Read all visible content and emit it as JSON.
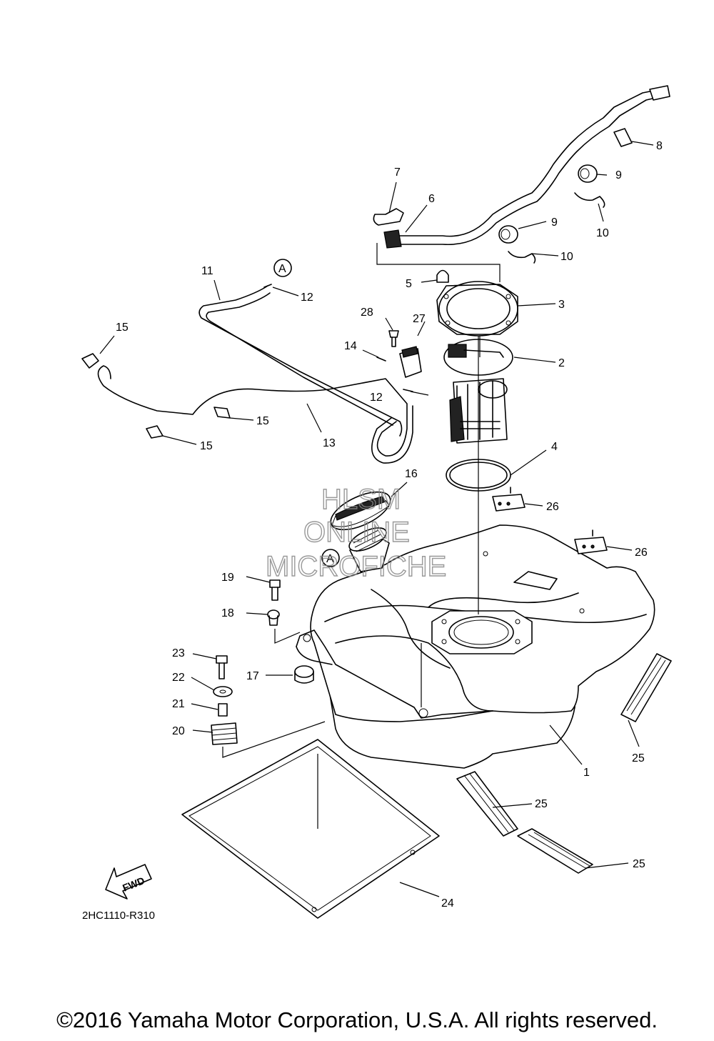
{
  "callouts": {
    "c1": "1",
    "c2": "2",
    "c3": "3",
    "c4": "4",
    "c5": "5",
    "c6": "6",
    "c7": "7",
    "c8": "8",
    "c9a": "9",
    "c9b": "9",
    "c10a": "10",
    "c10b": "10",
    "c11": "11",
    "c12a": "12",
    "c12b": "12",
    "c13": "13",
    "c14": "14",
    "c15a": "15",
    "c15b": "15",
    "c15c": "15",
    "c16": "16",
    "c17": "17",
    "c18": "18",
    "c19": "19",
    "c20": "20",
    "c21": "21",
    "c22": "22",
    "c23": "23",
    "c24": "24",
    "c25a": "25",
    "c25b": "25",
    "c25c": "25",
    "c26a": "26",
    "c26b": "26",
    "c27": "27",
    "c28": "28"
  },
  "ref_marks": {
    "a1": "A",
    "a2": "A"
  },
  "watermark": {
    "line1": "HLSM",
    "line2": "ONLINE",
    "line3": "MICROFICHE"
  },
  "fwd_label": "FWD",
  "diagram_code": "2HC1110-R310",
  "copyright": "©2016 Yamaha Motor Corporation, U.S.A. All rights reserved."
}
